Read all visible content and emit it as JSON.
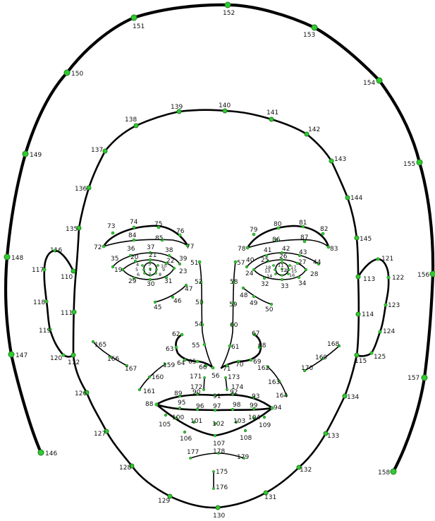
{
  "colors": {
    "line": "#000000",
    "point_fill": "#2ecc2e",
    "point_stroke": "#1f7a1f",
    "background": "#ffffff"
  },
  "outer_points": {
    "146": "146",
    "147": "147",
    "148": "148",
    "149": "149",
    "150": "150",
    "151": "151",
    "152": "152",
    "153": "153",
    "154": "154",
    "155": "155",
    "156": "156",
    "157": "157",
    "158": "158"
  },
  "face_points": {
    "126": "126",
    "127": "127",
    "128": "128",
    "129": "129",
    "130": "130",
    "131": "131",
    "132": "132",
    "133": "133",
    "134": "134",
    "135": "135",
    "136": "136",
    "137": "137",
    "138": "138",
    "139": "139",
    "140": "140",
    "141": "141",
    "142": "142",
    "143": "143",
    "144": "144",
    "145": "145"
  },
  "ear_points": {
    "110": "110",
    "111": "111",
    "112": "112",
    "113": "113",
    "114": "114",
    "115": "115",
    "116": "116",
    "117": "117",
    "118": "118",
    "119": "119",
    "120": "120",
    "121": "121",
    "122": "122",
    "123": "123",
    "124": "124",
    "125": "125"
  },
  "brow_points": {
    "72": "72",
    "73": "73",
    "74": "74",
    "75": "75",
    "76": "76",
    "77": "77",
    "78": "78",
    "79": "79",
    "80": "80",
    "81": "81",
    "82": "82",
    "83": "83",
    "84": "84",
    "85": "85",
    "86": "86",
    "87": "87"
  },
  "eye_points": {
    "1": "1",
    "2": "2",
    "3": "3",
    "4": "4",
    "5": "5",
    "6": "6",
    "7": "7",
    "8": "8",
    "9": "9",
    "10": "10",
    "11": "11",
    "12": "12",
    "13": "13",
    "14": "14",
    "15": "15",
    "16": "16",
    "17": "17",
    "18": "18",
    "19": "19",
    "20": "20",
    "21": "21",
    "22": "22",
    "23": "23",
    "24": "24",
    "25": "25",
    "26": "26",
    "27": "27",
    "28": "28",
    "29": "29",
    "30": "30",
    "31": "31",
    "32": "32",
    "33": "33",
    "34": "34",
    "35": "35",
    "36": "36",
    "37": "37",
    "38": "38",
    "39": "39",
    "40": "40",
    "41": "41",
    "42": "42",
    "43": "43",
    "44": "44",
    "45": "45",
    "46": "46",
    "47": "47",
    "48": "48",
    "49": "49",
    "50": "50"
  },
  "nose_points": {
    "51": "51",
    "52": "52",
    "53": "53",
    "54": "54",
    "55": "55",
    "56": "56",
    "57": "57",
    "58": "58",
    "59": "59",
    "60": "60",
    "61": "61",
    "62": "62",
    "63": "63",
    "64": "64",
    "65": "65",
    "66": "66",
    "67": "67",
    "68": "68",
    "69": "69",
    "70": "70",
    "71": "71"
  },
  "mouth_points": {
    "88": "88",
    "89": "89",
    "90": "90",
    "91": "91",
    "92": "92",
    "93": "93",
    "94": "94",
    "95": "95",
    "96": "96",
    "97": "97",
    "98": "98",
    "99": "99",
    "100": "100",
    "101": "101",
    "102": "102",
    "103": "103",
    "104": "104",
    "105": "105",
    "106": "106",
    "107": "107",
    "108": "108",
    "109": "109"
  },
  "chin_points": {
    "175": "175",
    "176": "176",
    "177": "177",
    "178": "178",
    "179": "179"
  },
  "cheek_points": {
    "159": "159",
    "160": "160",
    "161": "161",
    "162": "162",
    "163": "163",
    "164": "164",
    "165": "165",
    "166": "166",
    "167": "167",
    "168": "168",
    "169": "169",
    "170": "170",
    "171": "171",
    "172": "172",
    "173": "173",
    "174": "174"
  }
}
